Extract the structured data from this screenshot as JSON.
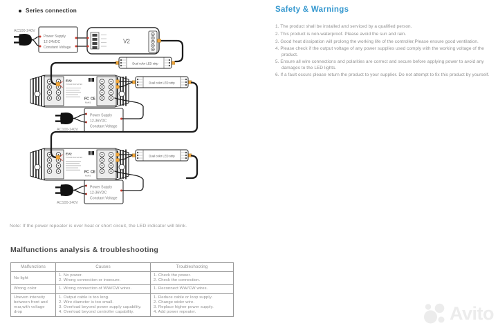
{
  "diagram": {
    "section_title": "Series connection",
    "ac_input_label": "AC100-240V",
    "psu": {
      "line1": "Power Supply",
      "v24": "12-24VDC",
      "v36": "12-36VDC",
      "line3": "Constant Voltage"
    },
    "controller_label": "V2",
    "repeater": {
      "model": "EV2",
      "subtitle": "POWER REPEATER",
      "fcc": "FC",
      "ce": "CE",
      "rohs": "RoHS"
    },
    "strip_label": "Dual color LED strip",
    "note": "Note: If the power repeater is over heat or short circuit, the LED indicator will blink."
  },
  "safety": {
    "title": "Safety & Warnings",
    "items": [
      "1. The product shall be installed and serviced by a qualified person.",
      "2. This product is non-waterproof. Please avoid the sun and rain.",
      "3. Good heat dissipation will prolong the working life of the controller,Please ensure good ventilation.",
      "4. Please check if the output voltage of any power supplies used comply with the working voltage of the product.",
      "5. Ensure all wire connections and polarities are correct and secure before applying power to avoid any damages to the LED lights.",
      "6. If a fault occurs please return the product to your supplier. Do not attempt to fix this product by yourself."
    ]
  },
  "troubleshooting": {
    "title": "Malfunctions analysis & troubleshooting",
    "headers": {
      "malfunctions": "Malfunctions",
      "causes": "Causes",
      "troubleshooting": "Troubleshooting"
    },
    "rows": [
      {
        "malfunction": "No light",
        "causes": [
          "1. No power.",
          "2. Wrong connection or insecure."
        ],
        "fixes": [
          "1. Check the power.",
          "2. Check the connection."
        ]
      },
      {
        "malfunction": "Wrong color",
        "causes": [
          "1. Wrong connection of WW/CW wires."
        ],
        "fixes": [
          "1. Reconnect WW/CW wires."
        ]
      },
      {
        "malfunction": "Uneven intensity between front and rear,with voltage drop",
        "causes": [
          "1. Output cable is too long.",
          "2. Wire diameter is too small.",
          "3. Overload beyond power supply capability.",
          "4. Overload beyond controller capability."
        ],
        "fixes": [
          "1. Reduce cable or loop supply.",
          "2. Change wider wire.",
          "3. Replace higher power supply.",
          "4. Add power repeater."
        ]
      }
    ]
  },
  "watermark": {
    "brand": "Avito"
  },
  "colors": {
    "accent_blue": "#3598cf",
    "heading_gray": "#4a4a4a",
    "body_gray": "#8f8f8f",
    "wire_black": "#1c1c1c",
    "connector_red": "#cf3b2e",
    "wirenut_orange": "#f2a53a",
    "watermark_gray": "#ececec"
  }
}
